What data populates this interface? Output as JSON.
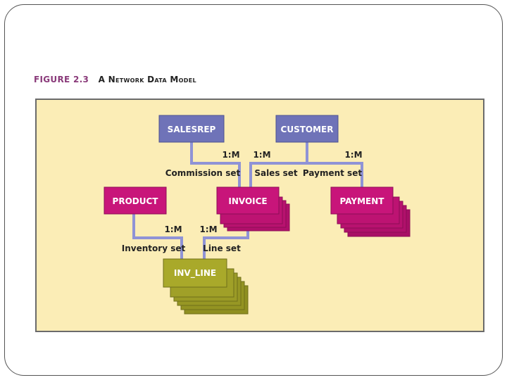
{
  "caption": {
    "figure_number": "FIGURE 2.3",
    "figure_title": "A Network Data Model"
  },
  "entities": {
    "salesrep": "SALESREP",
    "customer": "CUSTOMER",
    "product": "PRODUCT",
    "invoice": "INVOICE",
    "payment": "PAYMENT",
    "inv_line": "INV_LINE"
  },
  "relationships": {
    "commission_set": "Commission set",
    "sales_set": "Sales set",
    "payment_set": "Payment set",
    "inventory_set": "Inventory set",
    "line_set": "Line set"
  },
  "cardinalities": {
    "commission": "1:M",
    "sales": "1:M",
    "payment": "1:M",
    "inventory": "1:M",
    "line": "1:M"
  },
  "colors": {
    "panel_bg": "#fbedb6",
    "owner_entity": "#6f73b8",
    "member_entity": "#c8157a",
    "inv_line_entity": "#a9a92a",
    "connector": "#8f93d6"
  }
}
